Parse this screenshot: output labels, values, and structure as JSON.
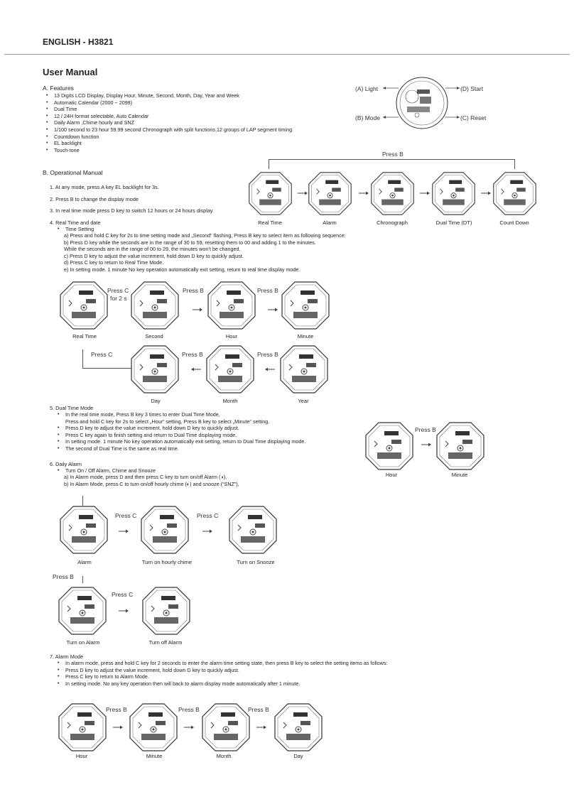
{
  "header": "ENGLISH - H3821",
  "title": "User Manual",
  "features": {
    "heading": "A. Features",
    "items": [
      "13 Digits LCD Display, Display Hour, Minute, Second, Month, Day, Year and Week",
      "Automatic Calendar (2000 ~ 2099)",
      "Dual Time",
      "12 / 24H format selectable, Auto Calendar",
      "Daily Alarm ,Chime hourly and SNZ",
      "1/100 second to 23 hour 59.99 second Chronograph with split functions,12 groups of LAP segment timing",
      "Countdown function",
      "EL backlight",
      "Touch-tone"
    ]
  },
  "buttons": {
    "a": "(A) Light",
    "b": "(B) Mode",
    "c": "(C) Reset",
    "d": "(D) Start"
  },
  "operational": {
    "heading": "B. Operational Manual",
    "step1": "1.  At any mode, press A key EL backlight for 3s.",
    "step2": "2.  Press B to change the display mode",
    "step3": "3.  In real time mode press D key to switch 12 hours or 24 hours display.",
    "step4": "4.  Real Time and date",
    "step4_bullet": "Time Setting",
    "step4_lines": [
      "a) Press and hold C key for 2s to time setting mode and „Second“ flashing, Press B key to select item as following sequence:",
      "b) Press D key while the seconds are in the range of 30 to 59, resetting them to 00 and adding 1 to the minutes.",
      "While the seconds are in the range of 00 to 29, the minutes won’t be changed.",
      "c) Press D key to adjust the value increment, hold down D key to quickly adjust.",
      "d) Press C key to return to Real Time Mode.",
      "e) In setting mode. 1 minute No key operation automatically exit setting, return to real time display mode."
    ]
  },
  "modes": {
    "press": "Press B",
    "labels": [
      "Real Time",
      "Alarm",
      "Chronograph",
      "Dual Time (DT)",
      "Count Down"
    ]
  },
  "time_setting": {
    "press_c": "Press C",
    "for_2s": "for 2 s",
    "press_b": "Press B",
    "labels_top": [
      "Real Time",
      "Second",
      "Hour",
      "Minute"
    ],
    "labels_bottom": [
      "Day",
      "Month",
      "Year"
    ]
  },
  "dual_time": {
    "heading": "5.  Dual Time Mode",
    "items": [
      "In the real time mode, Press B key 3 times to enter Dual Time Mode,",
      "Press D key to adjust the value increment, hold down D key to quickly adjust.",
      "Press C key again to finish setting and return to Dual Time displaying mode.",
      "In setting mode. 1 minute No key operation automatically exit setting, return to Dual Time displaying mode.",
      "The second of Dual Time is the same as real time."
    ],
    "continuation": "Press and hold C key for 2s to select „Hour“ setting, Press B key to select „Minute“ setting.",
    "press": "Press B",
    "labels": [
      "Hour",
      "Minute"
    ]
  },
  "daily_alarm": {
    "heading": "6.  Daily Alarm",
    "bullet": "Turn On / Off Alarm, Chime and Snooze",
    "lines": [
      "a) In Alarm mode, press D and then press C key to turn on/off Alarm (◑),",
      "b) In Alarm Mode, press C to turn on/off hourly chime (◐) and snooze (“SNZ”),"
    ],
    "press_c": "Press C",
    "press_b": "Press B",
    "labels_top": [
      "Alarm",
      "Turn on hourly chime",
      "Turn on Snooze"
    ],
    "labels_bottom": [
      "Turn on Alarm",
      "Turn off Alarm"
    ]
  },
  "alarm_mode": {
    "heading": "7.  Alarm Mode",
    "items": [
      "In alarm mode, press and hold C key for 2 seconds to enter the alarm time setting state, then press B key to select the setting items as follows:",
      "Press D key to adjust the value increment, hold down D key to quickly adjust.",
      "Press C key to return to Alarm Mode.",
      "In setting mode. No any key operation then will back to alarm display mode automatically after 1 minute."
    ],
    "press": "Press B",
    "labels": [
      "Hour",
      "Minute",
      "Month",
      "Day"
    ]
  }
}
